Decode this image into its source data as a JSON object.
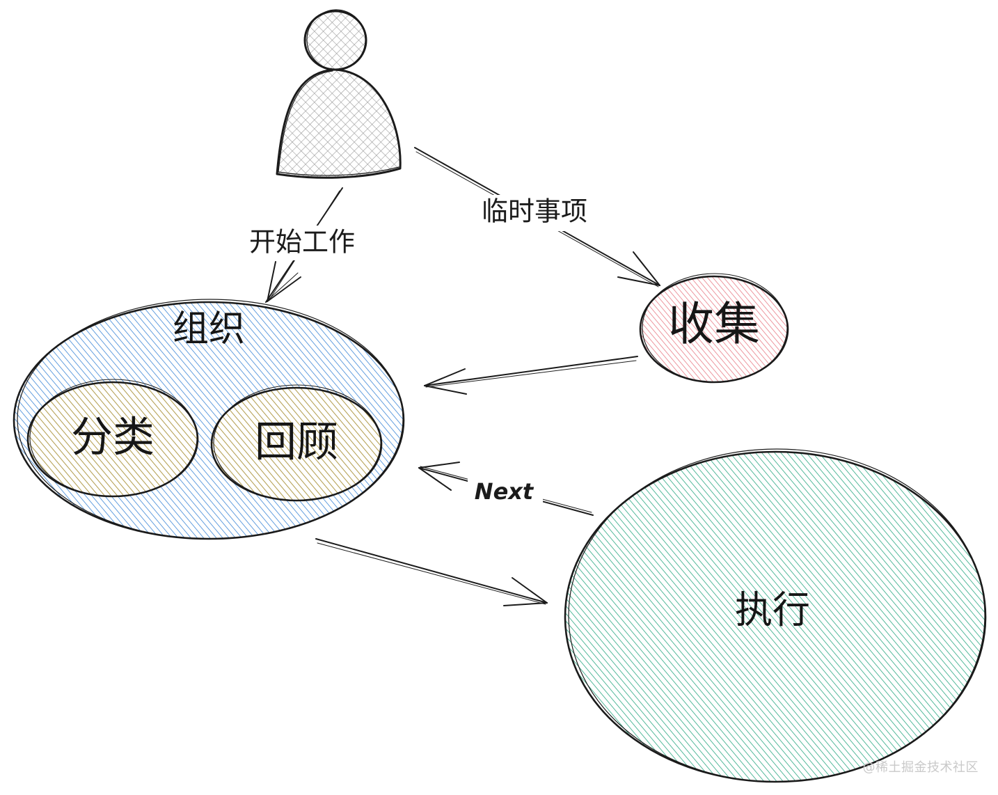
{
  "diagram": {
    "nodes": {
      "person": {
        "label": ""
      },
      "organize": {
        "label": "组织"
      },
      "classify": {
        "label": "分类"
      },
      "review": {
        "label": "回顾"
      },
      "collect": {
        "label": "收集"
      },
      "execute": {
        "label": "执行"
      }
    },
    "edges": {
      "start_work": {
        "label": "开始工作"
      },
      "ad_hoc": {
        "label": "临时事项"
      },
      "next": {
        "label": "Next"
      }
    }
  },
  "watermark": "@稀土掘金技术社区",
  "colors": {
    "person": "#b9b9b9",
    "organize": "#4a90d9",
    "classify": "#d4a72c",
    "review": "#d4a72c",
    "collect": "#e8707a",
    "execute": "#2fae86",
    "stroke": "#1b1b1b"
  }
}
